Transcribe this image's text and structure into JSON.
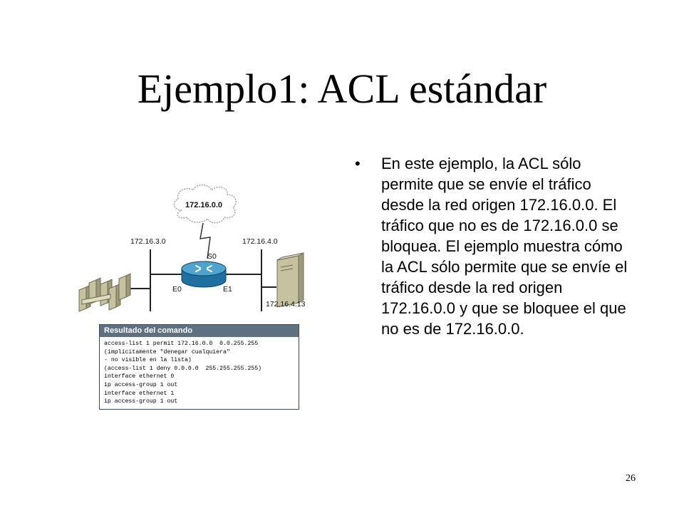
{
  "slide": {
    "title": "Ejemplo1: ACL estándar",
    "bullet_marker": "•",
    "bullet_text": "En este ejemplo, la ACL sólo permite que se envíe el tráfico desde la red origen 172.16.0.0.  El tráfico que no es de 172.16.0.0 se bloquea. El ejemplo muestra cómo la ACL sólo permite que se envíe el tráfico desde la red origen 172.16.0.0 y que se bloquee el que no es de 172.16.0.0.",
    "page_number": "26"
  },
  "diagram": {
    "cloud_label": "172.16.0.0",
    "left_network": "172.16.3.0",
    "right_network": "172.16.4.0",
    "serial_port": "S0",
    "eth0_port": "E0",
    "eth1_port": "E1",
    "host_address": "172.16.4.13",
    "command_box": {
      "header": "Resultado del comando",
      "lines": [
        "access-list 1 permit 172.16.0.0  0.0.255.255",
        "(implícitamente \"denegar cualquiera\"",
        "- no visible en la lista)",
        "(access-list 1 deny 0.0.0.0  255.255.255.255)",
        "interface ethernet 0",
        "ip access-group 1 out",
        "interface ethernet 1",
        "ip access-group 1 out"
      ]
    }
  }
}
